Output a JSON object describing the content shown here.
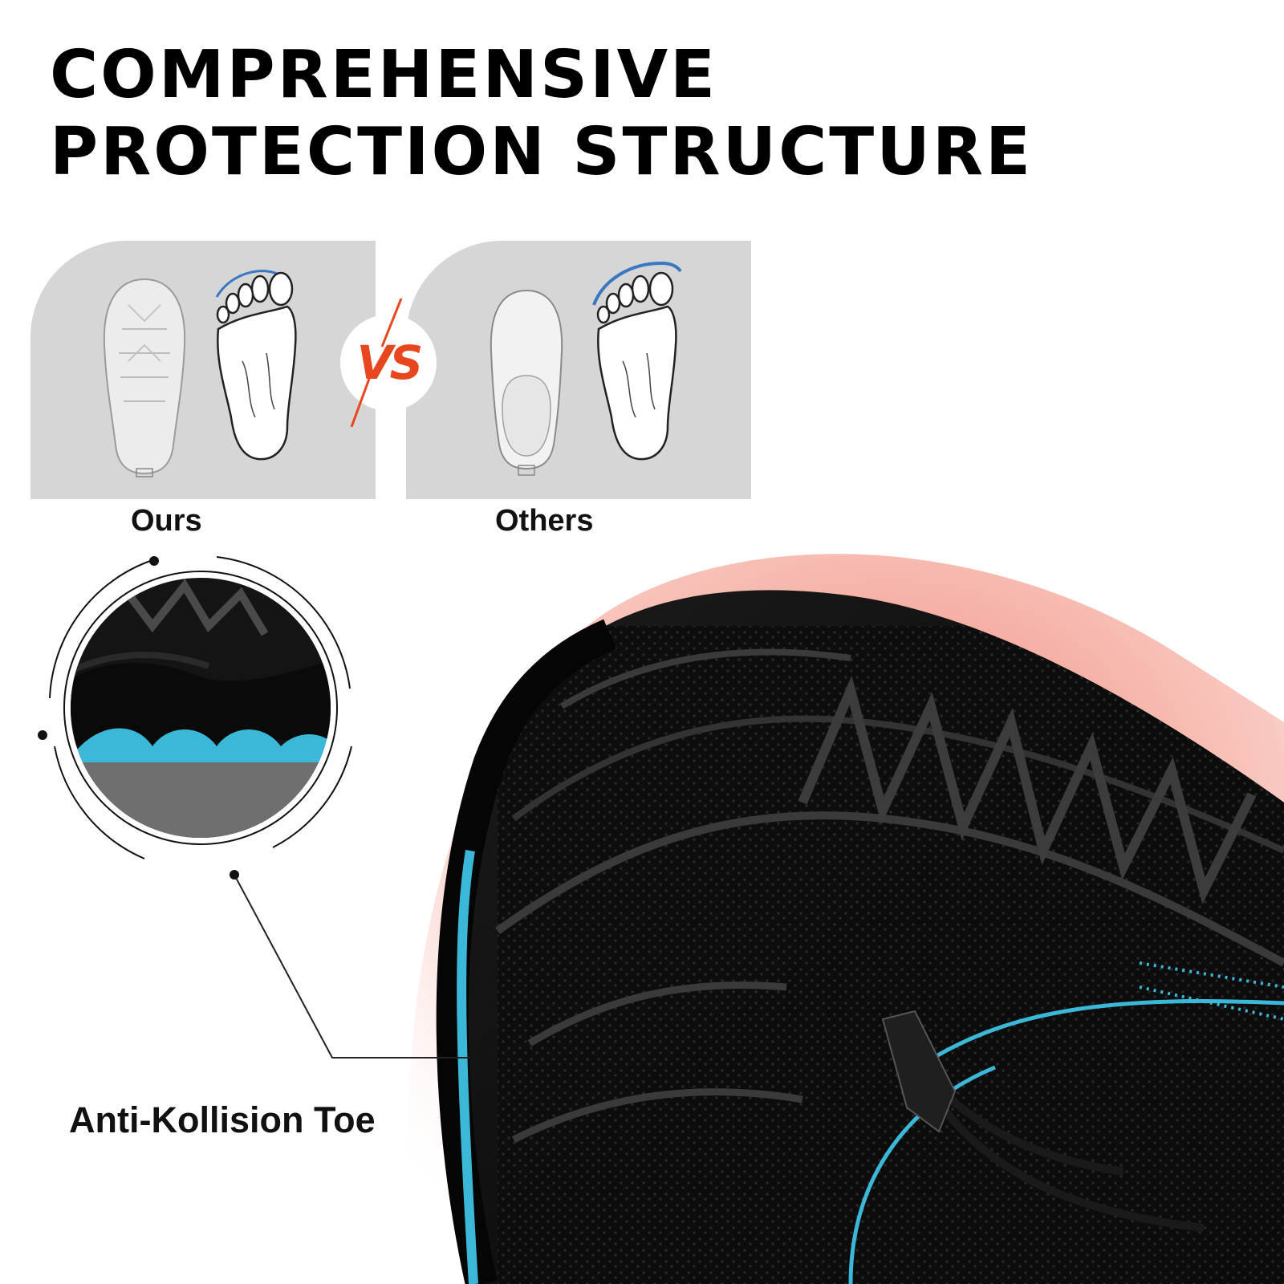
{
  "headline": {
    "line1": "COMPREHENSIVE",
    "line2": "PROTECTION STRUCTURE"
  },
  "comparison": {
    "left_label": "Ours",
    "right_label": "Others",
    "vs_text": "VS",
    "vs_color": "#e8461e",
    "panel_color": "#d6d6d6"
  },
  "feature": {
    "caption": "Anti-Kollision Toe",
    "accent_color": "#3bb8d8",
    "glow_color": "#f08a7a"
  }
}
